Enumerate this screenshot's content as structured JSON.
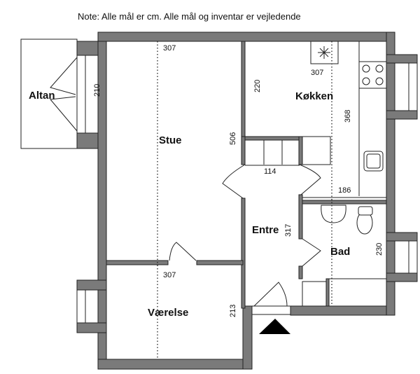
{
  "note": "Note: Alle mål er cm. Alle mål og inventar er vejledende",
  "rooms": {
    "altan": "Altan",
    "stue": "Stue",
    "kokken": "Køkken",
    "entre": "Entre",
    "bad": "Bad",
    "vaerelse": "Værelse"
  },
  "dimensions": {
    "stue_width": "307",
    "stue_altan_height": "210",
    "stue_length": "506",
    "kokken_width": "307",
    "kokken_depth": "220",
    "kokken_length": "368",
    "closet_width": "114",
    "kokken_bottom": "186",
    "entre_length": "317",
    "bad_length": "230",
    "vaerelse_width": "307",
    "vaerelse_length": "213"
  }
}
